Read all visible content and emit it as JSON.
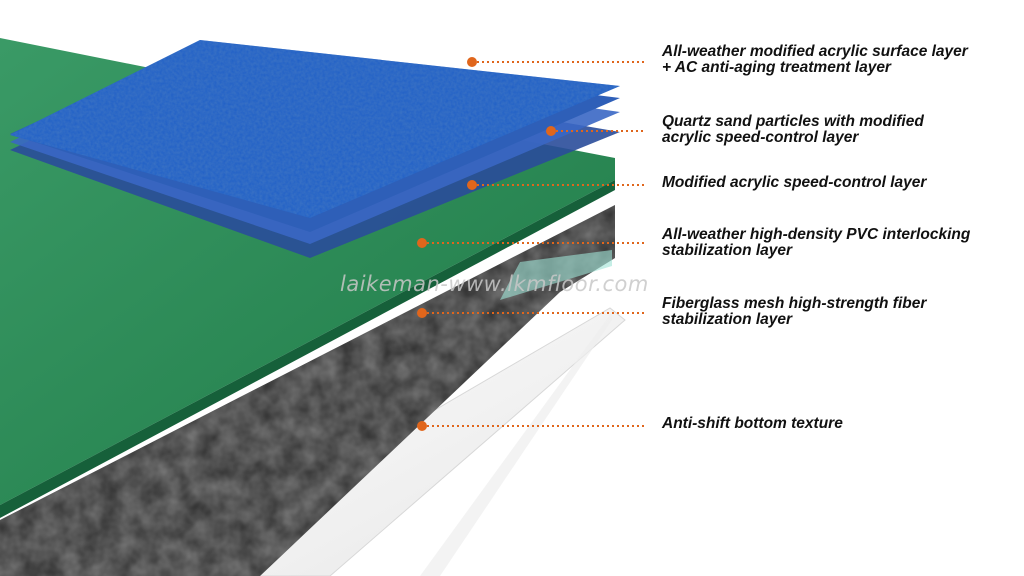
{
  "layers": [
    {
      "label": "All-weather modified acrylic surface layer\n+ AC anti-aging treatment layer"
    },
    {
      "label": "Quartz sand particles with modified\nacrylic speed-control layer"
    },
    {
      "label": "Modified acrylic speed-control layer"
    },
    {
      "label": "All-weather high-density PVC interlocking\nstabilization layer"
    },
    {
      "label": "Fiberglass mesh high-strength fiber\nstabilization layer"
    },
    {
      "label": "Anti-shift bottom texture"
    }
  ],
  "watermark": "laikeman-www.lkmfloor.com",
  "colors": {
    "marker": "#e0661c",
    "surface_blue": "#1f5fc7",
    "green_layer": "#2b8a57",
    "black_layer": "#2a2a2a",
    "white_layer": "#f4f4f4"
  }
}
